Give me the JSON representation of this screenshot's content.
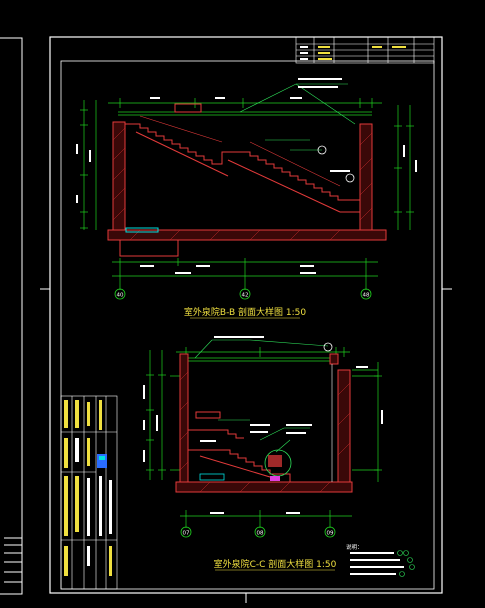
{
  "colors": {
    "background": "#000000",
    "frame": "#ffffff",
    "wall": "#e23a3a",
    "hatch": "#c82a2a",
    "dimension": "#1fd11f",
    "leader": "#2ee05a",
    "text_white": "#ffffff",
    "text_yellow": "#f0e040",
    "blue": "#2a6dff",
    "cyan": "#00e0e0",
    "magenta": "#e040e0"
  },
  "drawing": {
    "section_bb_title": "室外泉院B-B 剖面大样图 1:50",
    "section_cc_title": "室外泉院C-C 剖面大样图 1:50",
    "axis_bb": [
      "40",
      "42",
      "48"
    ],
    "axis_cc": [
      "07",
      "08",
      "09"
    ],
    "notes_heading": "说明："
  },
  "icons": {
    "axis_marker": "axis-circle-icon",
    "section_marker": "detail-circle-icon"
  }
}
